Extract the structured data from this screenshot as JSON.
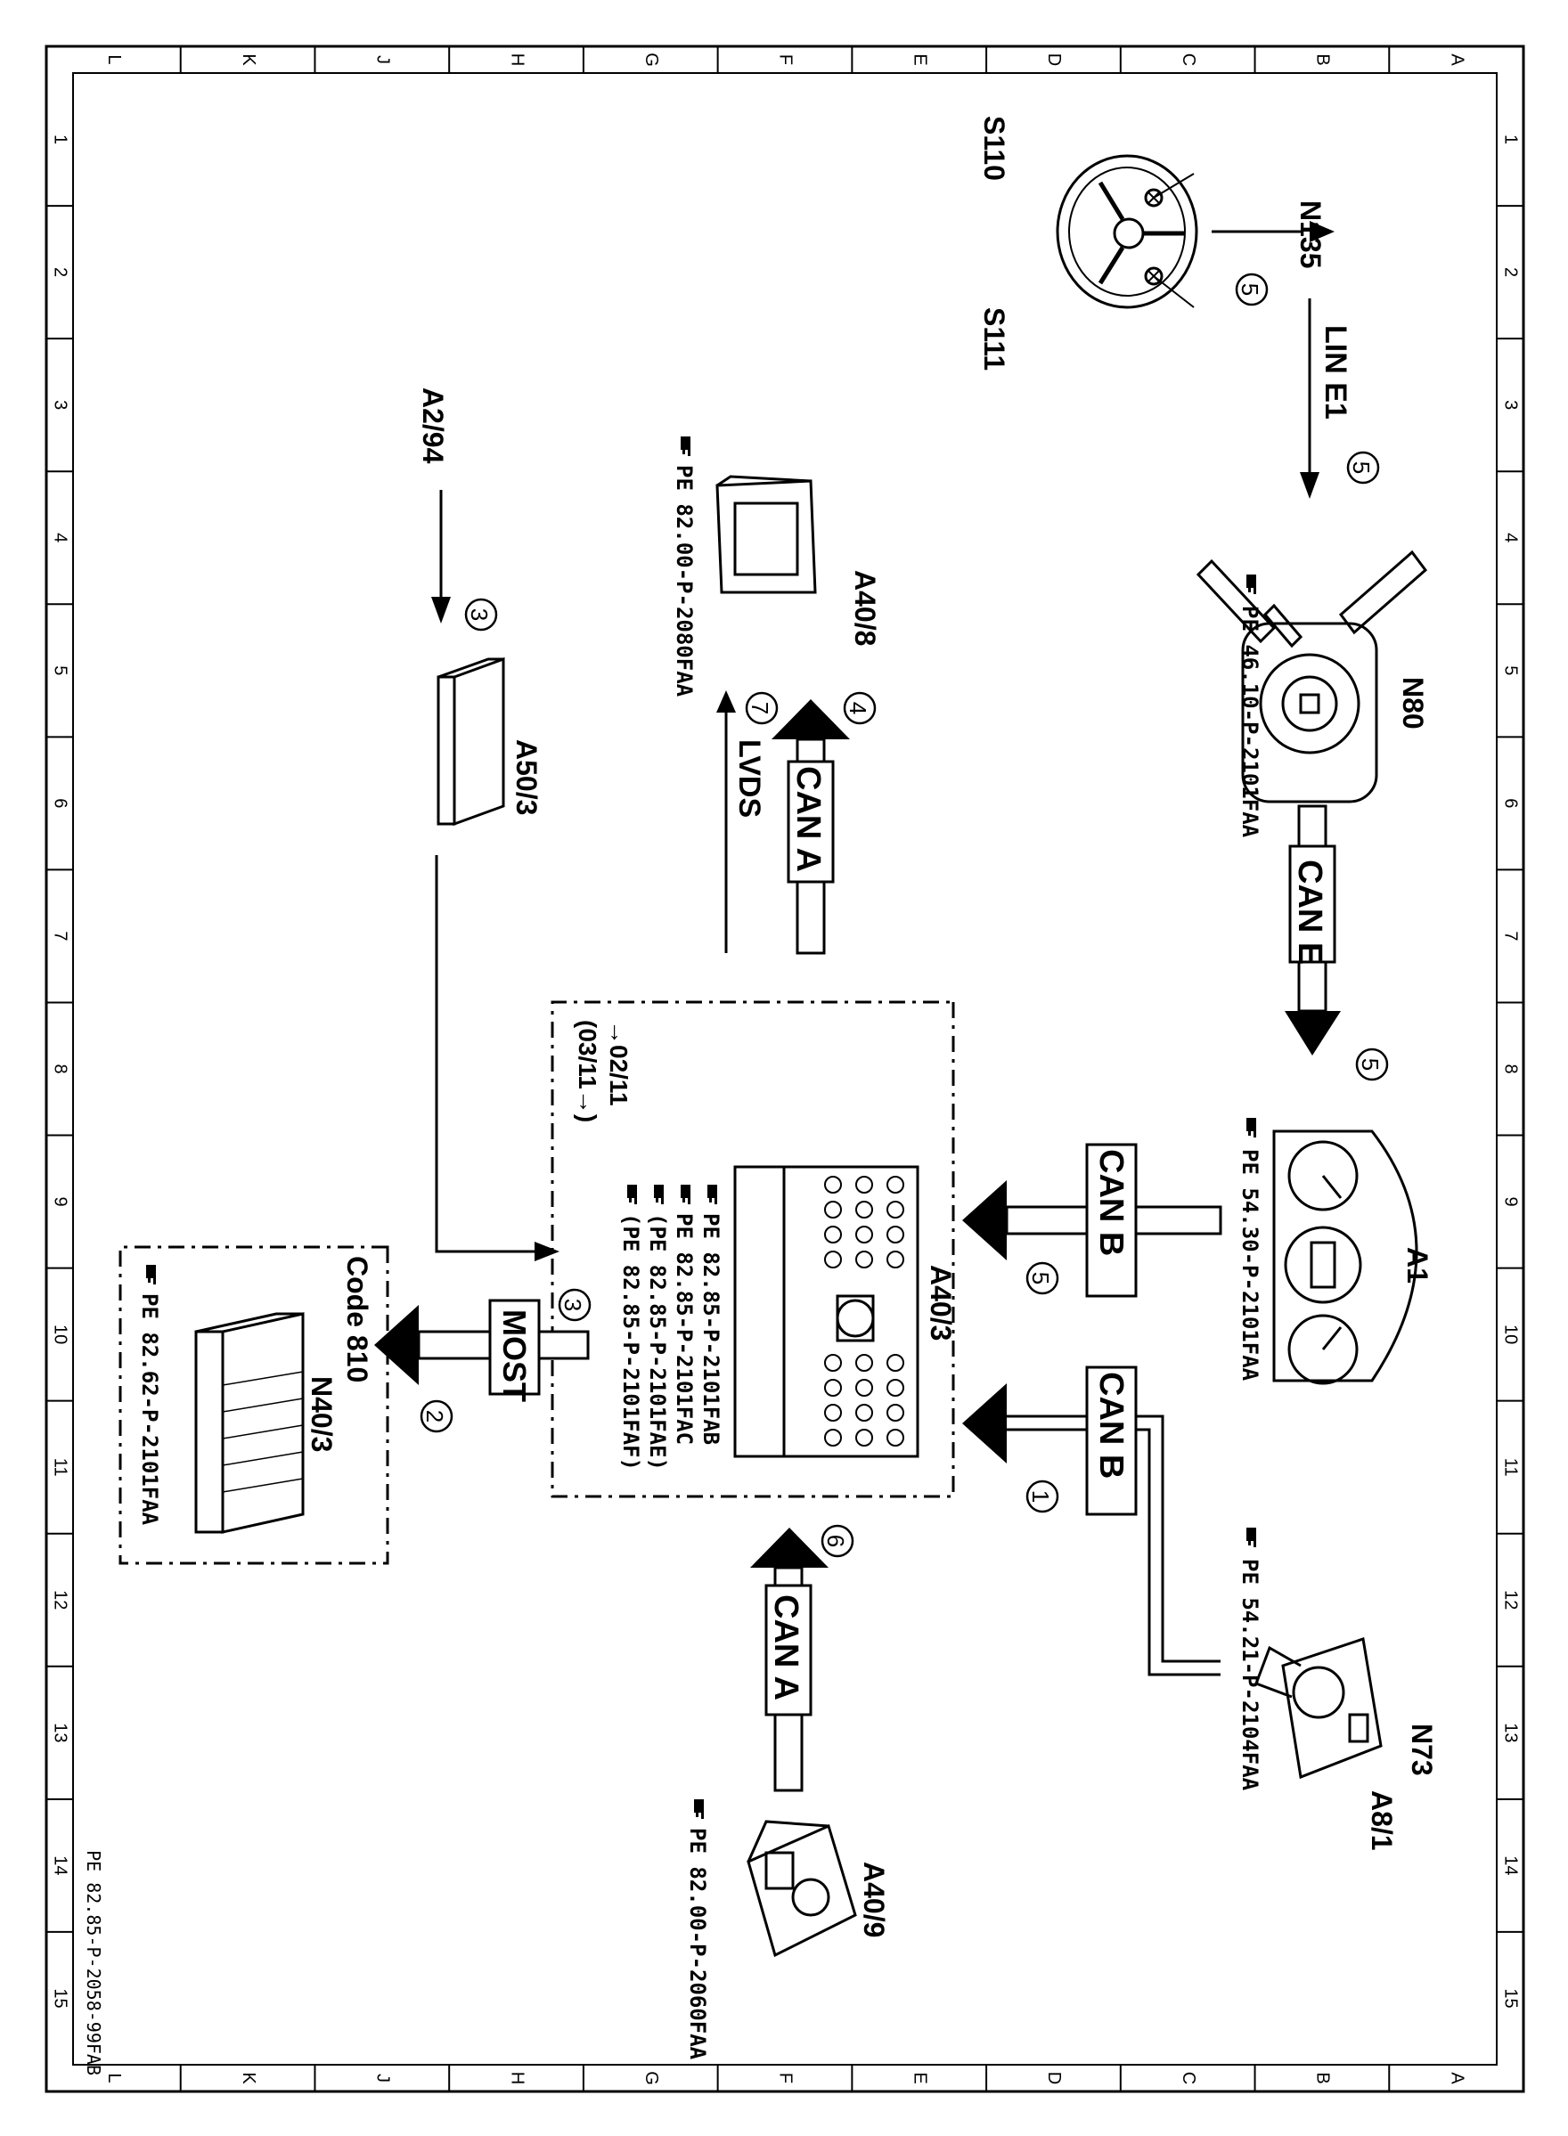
{
  "frame": {
    "col_letters": [
      "L",
      "K",
      "J",
      "H",
      "G",
      "F",
      "E",
      "D",
      "C",
      "B",
      "A"
    ],
    "row_numbers": [
      "1",
      "2",
      "3",
      "4",
      "5",
      "6",
      "7",
      "8",
      "9",
      "10",
      "11",
      "12",
      "13",
      "14",
      "15"
    ],
    "drawing_number": "PE 82.85-P-2058-99FAB"
  },
  "components": {
    "s110": "S110",
    "s111": "S111",
    "n135": "N135",
    "n80": "N80",
    "n80_ref": "PE 46.10-P-2101FAA",
    "a1": "A1",
    "a1_ref": "PE 54.30-P-2101FAA",
    "n73": "N73",
    "a8_1": "A8/1",
    "n73_ref": "PE 54.21-P-2104FAA",
    "a40_3": "A40/3",
    "a40_3_refs": [
      "PE 82.85-P-2101FAB",
      "PE 82.85-P-2101FAC",
      "(PE 82.85-P-2101FAE)",
      "(PE 82.85-P-2101FAF)"
    ],
    "a40_3_date1": "→02/11",
    "a40_3_date2": "(03/11→)",
    "a40_8": "A40/8",
    "a40_8_ref": "PE 82.00-P-2080FAA",
    "a40_9": "A40/9",
    "a40_9_ref": "PE 82.00-P-2060FAA",
    "a2_94": "A2/94",
    "a50_3": "A50/3",
    "n40_3": "N40/3",
    "n40_3_ref": "PE 82.62-P-2101FAA",
    "code_810": "Code 810"
  },
  "buses": {
    "lin_e1": "LIN E1",
    "can_e": "CAN E",
    "can_b_1": "CAN B",
    "can_b_2": "CAN B",
    "can_a_1": "CAN A",
    "can_a_2": "CAN A",
    "lvds": "LVDS",
    "most": "MOST"
  },
  "markers": {
    "m5_n135": "5",
    "m5_lin": "5",
    "m5_cane": "5",
    "m5_canb": "5",
    "m1_canb": "1",
    "m6_cana": "6",
    "m4_cana": "4",
    "m7_lvds": "7",
    "m3_a2": "3",
    "m3_a50": "3",
    "m2_most": "2"
  },
  "icons": {
    "ref": "pointing-hand-icon",
    "steering": "steering-wheel-icon",
    "switch": "combination-switch-icon",
    "cluster": "instrument-cluster-icon",
    "ignition": "ignition-lock-icon",
    "headunit": "head-unit-icon",
    "display": "display-icon",
    "camera": "camera-icon",
    "module": "module-box-icon",
    "amplifier": "amplifier-icon"
  }
}
